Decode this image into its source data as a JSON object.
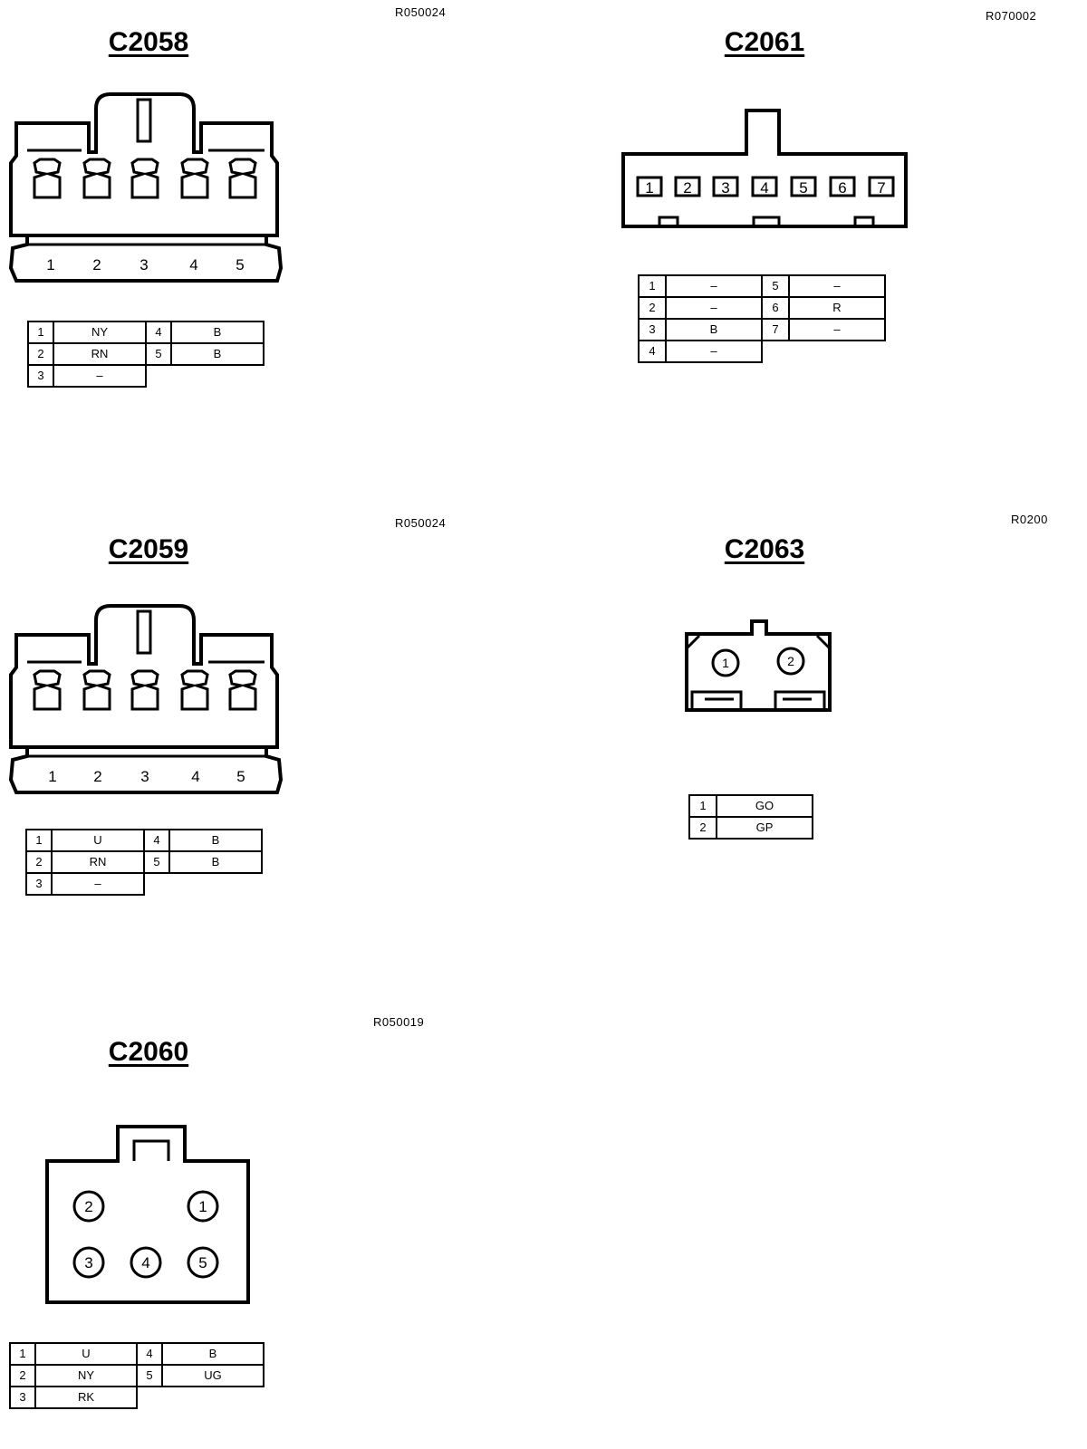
{
  "connectors": {
    "c2058": {
      "title": "C2058",
      "ref": "R050024",
      "face_pins": [
        "1",
        "2",
        "3",
        "4",
        "5"
      ],
      "pins": [
        {
          "pin": "1",
          "color": "NY"
        },
        {
          "pin": "2",
          "color": "RN"
        },
        {
          "pin": "3",
          "color": "–"
        },
        {
          "pin": "4",
          "color": "B"
        },
        {
          "pin": "5",
          "color": "B"
        }
      ]
    },
    "c2061": {
      "title": "C2061",
      "ref": "R070002",
      "face_pins": [
        "1",
        "2",
        "3",
        "4",
        "5",
        "6",
        "7"
      ],
      "pins": [
        {
          "pin": "1",
          "color": "–"
        },
        {
          "pin": "2",
          "color": "–"
        },
        {
          "pin": "3",
          "color": "B"
        },
        {
          "pin": "4",
          "color": "–"
        },
        {
          "pin": "5",
          "color": "–"
        },
        {
          "pin": "6",
          "color": "R"
        },
        {
          "pin": "7",
          "color": "–"
        }
      ]
    },
    "c2059": {
      "title": "C2059",
      "ref": "R050024",
      "face_pins": [
        "1",
        "2",
        "3",
        "4",
        "5"
      ],
      "pins": [
        {
          "pin": "1",
          "color": "U"
        },
        {
          "pin": "2",
          "color": "RN"
        },
        {
          "pin": "3",
          "color": "–"
        },
        {
          "pin": "4",
          "color": "B"
        },
        {
          "pin": "5",
          "color": "B"
        }
      ]
    },
    "c2063": {
      "title": "C2063",
      "ref": "R0200",
      "face_pins": [
        "1",
        "2"
      ],
      "pins": [
        {
          "pin": "1",
          "color": "GO"
        },
        {
          "pin": "2",
          "color": "GP"
        }
      ]
    },
    "c2060": {
      "title": "C2060",
      "ref": "R050019",
      "face_pins": [
        "1",
        "2",
        "3",
        "4",
        "5"
      ],
      "pins": [
        {
          "pin": "1",
          "color": "U"
        },
        {
          "pin": "2",
          "color": "NY"
        },
        {
          "pin": "3",
          "color": "RK"
        },
        {
          "pin": "4",
          "color": "B"
        },
        {
          "pin": "5",
          "color": "UG"
        }
      ]
    }
  }
}
